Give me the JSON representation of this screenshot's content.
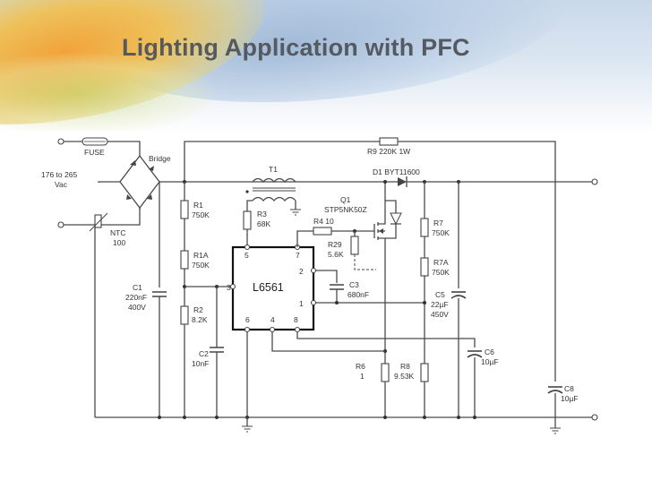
{
  "slide": {
    "title": "Lighting Application with PFC"
  },
  "schematic": {
    "input": {
      "line1": "176 to 265",
      "line2": "Vac"
    },
    "labels": {
      "fuse": "FUSE",
      "bridge": "Bridge",
      "ntc1": "NTC",
      "ntc2": "100",
      "r9": "R9 220K 1W",
      "d1": "D1 BYT11600",
      "t1": "T1",
      "q1a": "Q1",
      "q1b": "STP5NK50Z",
      "r1a": "R1",
      "r1b": "750K",
      "r3a": "R3",
      "r3b": "68K",
      "r4": "R4 10",
      "r29a": "R29",
      "r29b": "5.6K",
      "r1Aa": "R1A",
      "r1Ab": "750K",
      "c1a": "C1",
      "c1b": "220nF",
      "c1c": "400V",
      "r2a": "R2",
      "r2b": "8.2K",
      "c2a": "C2",
      "c2b": "10nF",
      "c3a": "C3",
      "c3b": "680nF",
      "r7a": "R7",
      "r7b": "750K",
      "r7Aa": "R7A",
      "r7Ab": "750K",
      "c5a": "C5",
      "c5b": "22µF",
      "c5c": "450V",
      "c6a": "C6",
      "c6b": "10µF",
      "r6a": "R6",
      "r6b": "1",
      "r8a": "R8",
      "r8b": "9.53K",
      "c8a": "C8",
      "c8b": "10µF"
    },
    "ic": {
      "name": "L6561",
      "pins": {
        "p1": "1",
        "p2": "2",
        "p3": "3",
        "p4": "4",
        "p5": "5",
        "p6": "6",
        "p7": "7",
        "p8": "8"
      }
    }
  }
}
